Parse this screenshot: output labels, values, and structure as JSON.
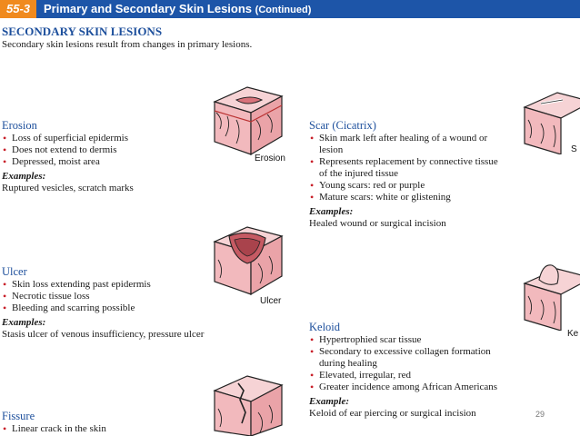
{
  "header": {
    "tab_label": "55-3",
    "title": "Primary and Secondary Skin Lesions",
    "title_suffix": "(Continued)"
  },
  "section": {
    "title": "SECONDARY SKIN LESIONS",
    "intro": "Secondary skin lesions result from changes in primary lesions."
  },
  "lesions": {
    "erosion": {
      "name": "Erosion",
      "bullets": [
        "Loss of superficial epidermis",
        "Does not extend to dermis",
        "Depressed, moist area"
      ],
      "examples_label": "Examples:",
      "examples": "Ruptured vesicles, scratch marks",
      "figure_label": "Erosion"
    },
    "ulcer": {
      "name": "Ulcer",
      "bullets": [
        "Skin loss extending past epidermis",
        "Necrotic tissue loss",
        "Bleeding and scarring possible"
      ],
      "examples_label": "Examples:",
      "examples": "Stasis ulcer of venous insufficiency, pressure ulcer",
      "figure_label": "Ulcer"
    },
    "fissure": {
      "name": "Fissure",
      "bullets": [
        "Linear crack in the skin"
      ]
    },
    "scar": {
      "name": "Scar (Cicatrix)",
      "bullets": [
        "Skin mark left after healing of a wound or lesion",
        "Represents replacement by connective tissue of the injured tissue",
        "Young scars: red or purple",
        "Mature scars: white or glistening"
      ],
      "examples_label": "Examples:",
      "examples": "Healed wound or surgical incision",
      "figure_label": "S"
    },
    "keloid": {
      "name": "Keloid",
      "bullets": [
        "Hypertrophied scar tissue",
        "Secondary to excessive collagen formation during healing",
        "Elevated, irregular, red",
        "Greater incidence among African Americans"
      ],
      "examples_label": "Example:",
      "examples": "Keloid of ear piercing or surgical incision",
      "figure_label": "Ke"
    }
  },
  "page_number": "29",
  "colors": {
    "header_bg": "#1d55a8",
    "tab_bg": "#f08a1e",
    "heading_blue": "#1d4f9c",
    "bullet_red": "#c8202a",
    "skin_pink": "#f2b9bd"
  }
}
